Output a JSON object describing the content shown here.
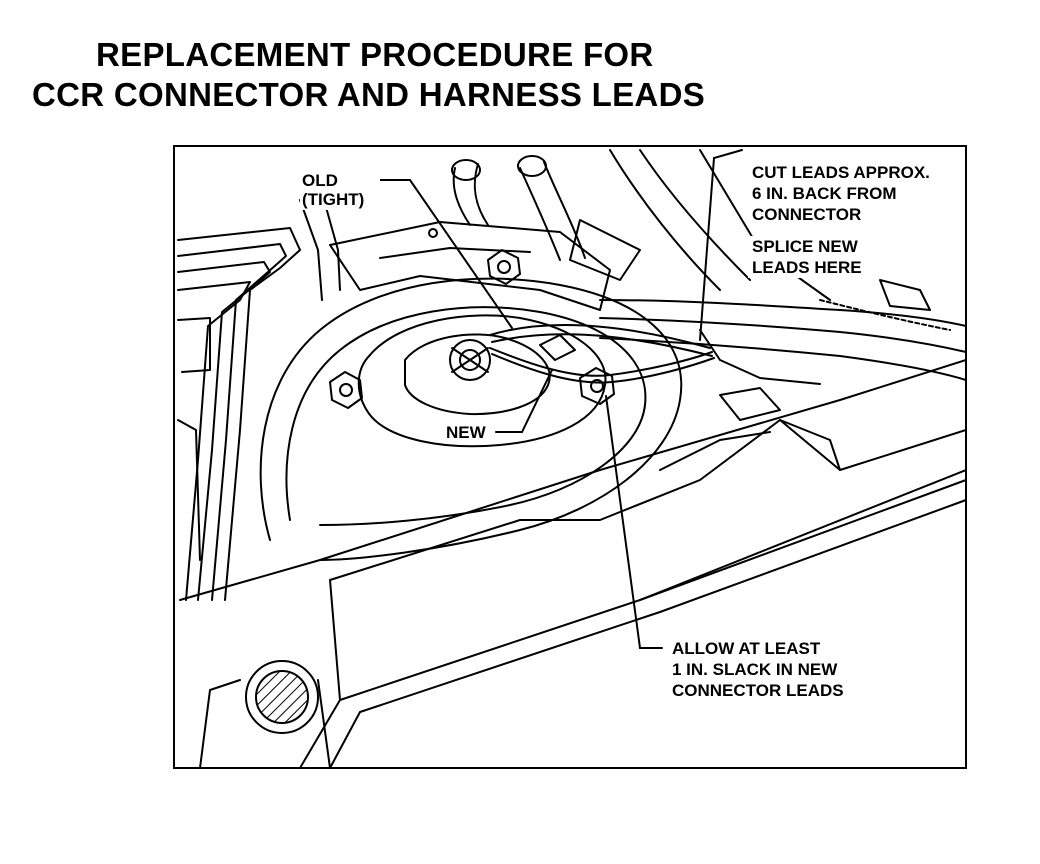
{
  "title": {
    "line1": "REPLACEMENT PROCEDURE FOR",
    "line2": "CCR CONNECTOR AND HARNESS LEADS"
  },
  "callouts": {
    "old_line1": "OLD",
    "old_line2": "(TIGHT)",
    "cut_line1": "CUT LEADS APPROX.",
    "cut_line2": "6 IN. BACK FROM",
    "cut_line3": "CONNECTOR",
    "splice_line1": "SPLICE NEW",
    "splice_line2": "LEADS HERE",
    "new": "NEW",
    "allow_line1": "ALLOW AT LEAST",
    "allow_line2": "1 IN. SLACK IN NEW",
    "allow_line3": "CONNECTOR LEADS"
  }
}
